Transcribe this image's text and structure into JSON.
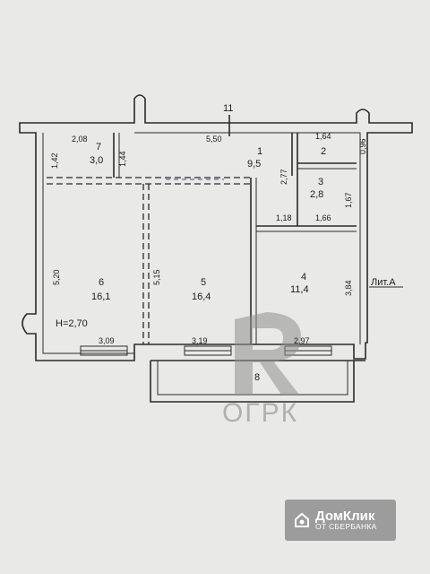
{
  "plan": {
    "marker": "11",
    "height_label": "H=2,70",
    "building_label": "Лит.А",
    "rooms": [
      {
        "number": "1",
        "area": "9,5"
      },
      {
        "number": "2",
        "area": ""
      },
      {
        "number": "3",
        "area": "2,8"
      },
      {
        "number": "4",
        "area": "11,4"
      },
      {
        "number": "5",
        "area": "16,4"
      },
      {
        "number": "6",
        "area": "16,1"
      },
      {
        "number": "7",
        "area": "3,0"
      },
      {
        "number": "8",
        "area": ""
      }
    ],
    "dimensions": {
      "d208": "2,08",
      "d142": "1,42",
      "d144": "1,44",
      "d550": "5,50",
      "d164": "1,64",
      "d096": "0,96",
      "d277": "2,77",
      "d167": "1,67",
      "d118": "1,18",
      "d166": "1,66",
      "d520": "5,20",
      "d515": "5,15",
      "d384": "3,84",
      "d309": "3,09",
      "d319": "3,19",
      "d297": "2,97"
    }
  },
  "watermark": {
    "text": "ОГРК"
  },
  "badge": {
    "title": "ДомКлик",
    "subtitle": "ОТ СБЕРБАНКА",
    "color": "#9c9c9c"
  }
}
